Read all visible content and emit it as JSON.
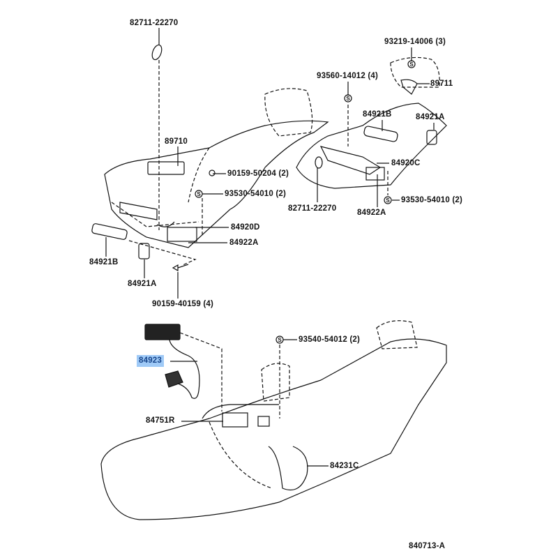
{
  "labels": {
    "p82711_top": "82711-22270",
    "p93219": "93219-14006 (3)",
    "p89711": "89711",
    "p93560": "93560-14012 (4)",
    "p84921B_r": "84921B",
    "p84921A_r": "84921A",
    "p89710": "89710",
    "p90159_50204": "90159-50204 (2)",
    "p84920C": "84920C",
    "p93530_l": "93530-54010 (2)",
    "p82711_mid": "82711-22270",
    "p93530_r": "93530-54010 (2)",
    "p84922A_r": "84922A",
    "p84920D": "84920D",
    "p84922A_l": "84922A",
    "p84921B_l": "84921B",
    "p84921A_l": "84921A",
    "p90159_40159": "90159-40159 (4)",
    "p93540": "93540-54012 (2)",
    "p84923": "84923",
    "p84751R": "84751R",
    "p84231C": "84231C",
    "diagram_id": "840713-A"
  },
  "colors": {
    "highlight_bg": "#9fcaf7",
    "highlight_text": "#16448a",
    "line": "#111111"
  }
}
